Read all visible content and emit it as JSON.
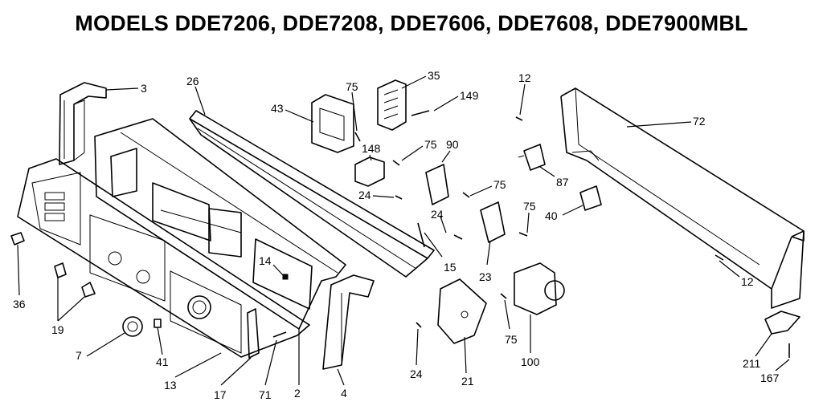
{
  "title": "MODELS DDE7206, DDE7208, DDE7606, DDE7608, DDE7900MBL",
  "callouts": {
    "c3": "3",
    "c26": "26",
    "c43": "43",
    "c75a": "75",
    "c35": "35",
    "c149": "149",
    "c12a": "12",
    "c72": "72",
    "c148": "148",
    "c75b": "75",
    "c90": "90",
    "c24a": "24",
    "c75c": "75",
    "c87": "87",
    "c24b": "24",
    "c75d": "75",
    "c40": "40",
    "c15": "15",
    "c14": "14",
    "c23": "23",
    "c12b": "12",
    "c36": "36",
    "c19": "19",
    "c7": "7",
    "c41": "41",
    "c13": "13",
    "c17": "17",
    "c71": "71",
    "c2": "2",
    "c4": "4",
    "c24c": "24",
    "c21": "21",
    "c75e": "75",
    "c100": "100",
    "c211": "211",
    "c167": "167"
  }
}
